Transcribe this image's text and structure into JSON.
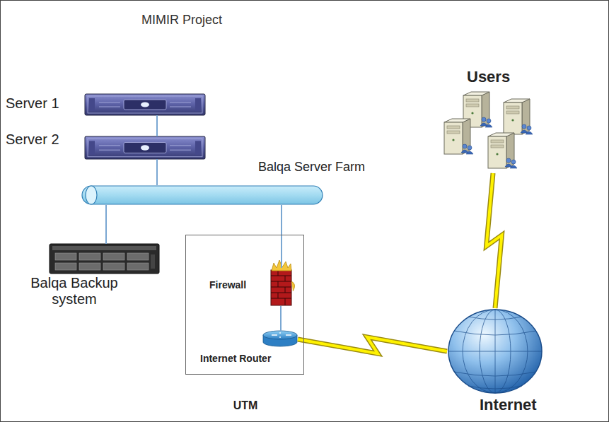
{
  "diagram": {
    "title": "MIMIR Project",
    "nodes": [
      {
        "text": [
          "Server 1"
        ]
      },
      {
        "text": [
          "Server 2"
        ]
      },
      {
        "text": [
          "Balqa Server Farm"
        ]
      },
      {
        "text": [
          "Balqa Backup system"
        ]
      },
      {
        "text": [
          "UTM"
        ]
      },
      {
        "text": [
          "Firewall"
        ],
        "in": 4
      },
      {
        "text": [
          "Internet Router"
        ],
        "in": 4
      },
      {
        "text": [
          "Users"
        ]
      },
      {
        "text": [
          "Internet"
        ]
      }
    ],
    "edges": [
      {
        "from": 0,
        "to": 1,
        "arrow": "none"
      },
      {
        "from": 1,
        "to": 2,
        "arrow": "none"
      },
      {
        "from": 2,
        "to": 3,
        "arrow": "none"
      },
      {
        "from": 2,
        "to": 5,
        "arrow": "none"
      },
      {
        "from": 5,
        "to": 6,
        "arrow": "none"
      },
      {
        "from": 6,
        "to": 8,
        "arrow": "none"
      },
      {
        "from": 7,
        "to": 8,
        "arrow": "none"
      }
    ]
  }
}
